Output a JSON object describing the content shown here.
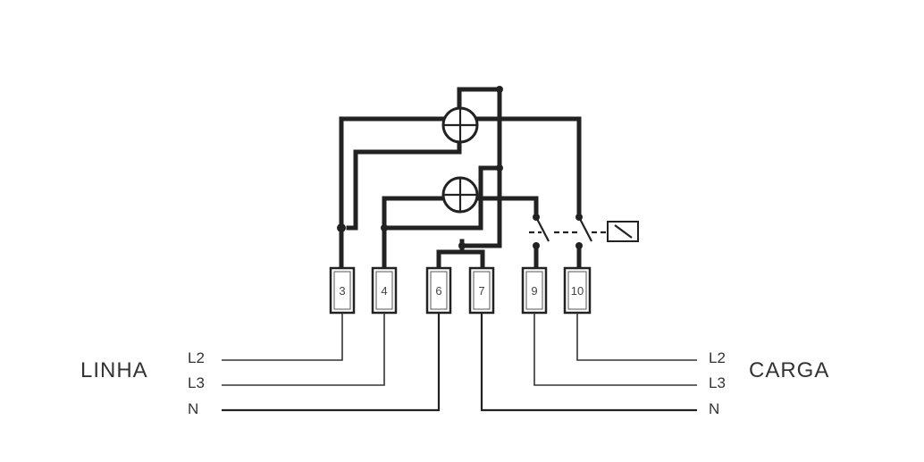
{
  "labels": {
    "left_side": "LINHA",
    "right_side": "CARGA"
  },
  "left_lines": [
    "L2",
    "L3",
    "N"
  ],
  "right_lines": [
    "L2",
    "L3",
    "N"
  ],
  "terminals": [
    "3",
    "4",
    "6",
    "7",
    "9",
    "10"
  ],
  "icons": {
    "current_coil": "circle-with-cross",
    "relay": "box-with-diagonal"
  }
}
